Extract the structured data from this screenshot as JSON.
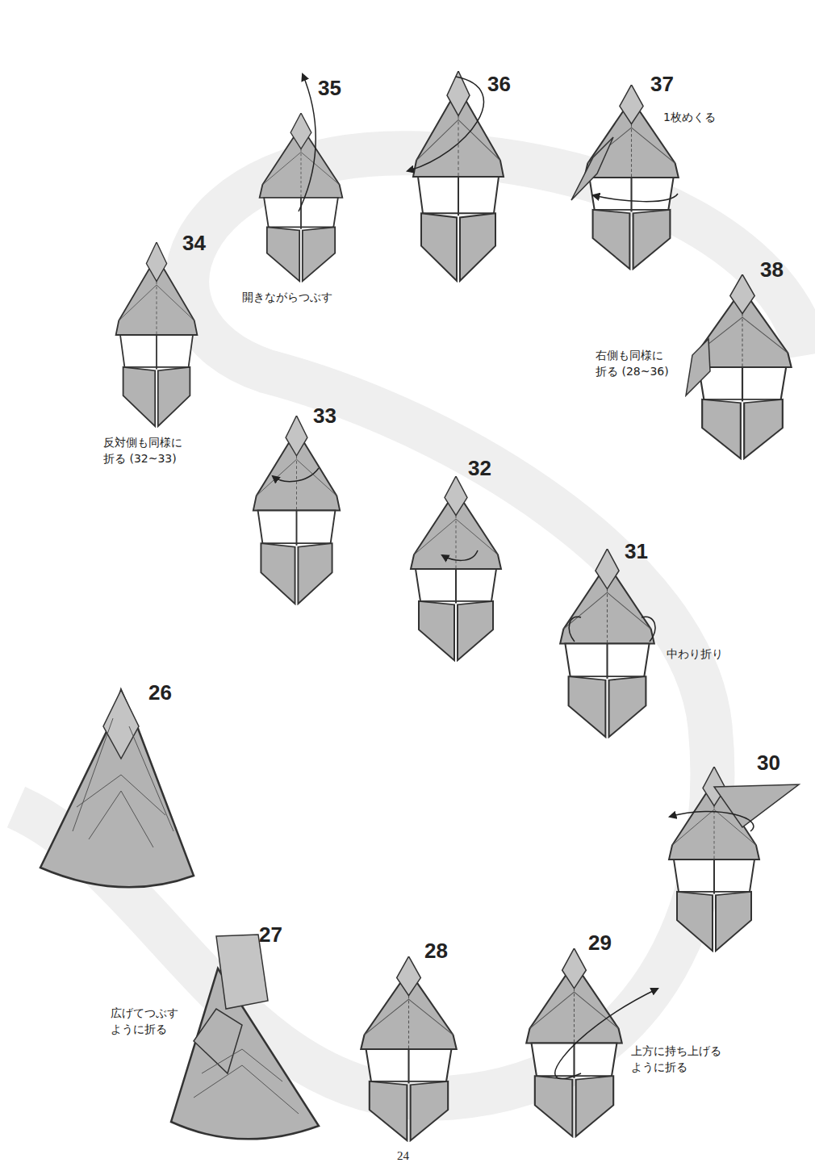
{
  "diagram": {
    "labels": [
      "35",
      "36",
      "37",
      "1枚めくる",
      "34",
      "38",
      "開きながらつぶす",
      "右側も同様に 折る (28~36)",
      "33",
      "32",
      "31",
      "反対側も同様に 折る (32~33)",
      "中わり折り",
      "26",
      "30",
      "27",
      "28",
      "29",
      "広げてつぶす ように折る",
      "上方に持ち上げる ように折る",
      "24"
    ]
  }
}
